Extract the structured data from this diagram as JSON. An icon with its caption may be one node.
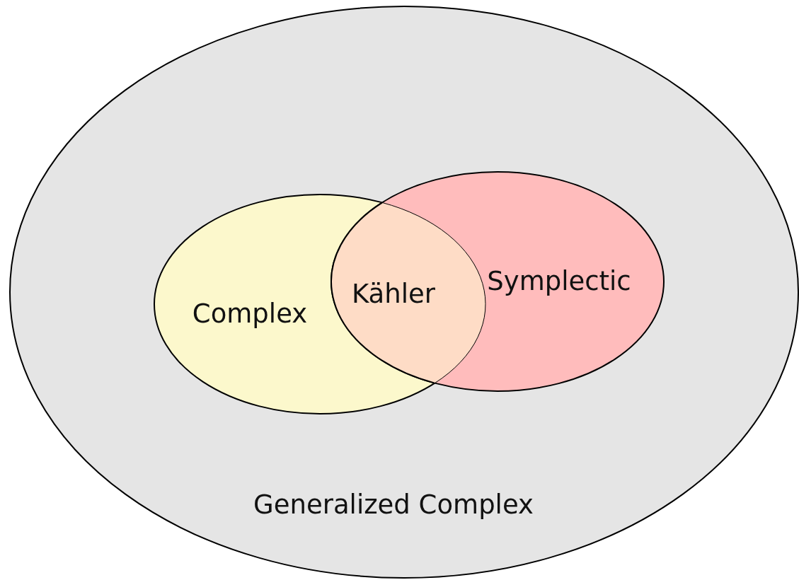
{
  "diagram": {
    "nodes": [
      {
        "text": [
          "Generalized Complex"
        ]
      },
      {
        "text": [
          "Complex"
        ],
        "in": 0
      },
      {
        "text": [
          "Symplectic"
        ],
        "in": 0
      },
      {
        "text": [
          "Kähler"
        ]
      }
    ],
    "edges": []
  }
}
